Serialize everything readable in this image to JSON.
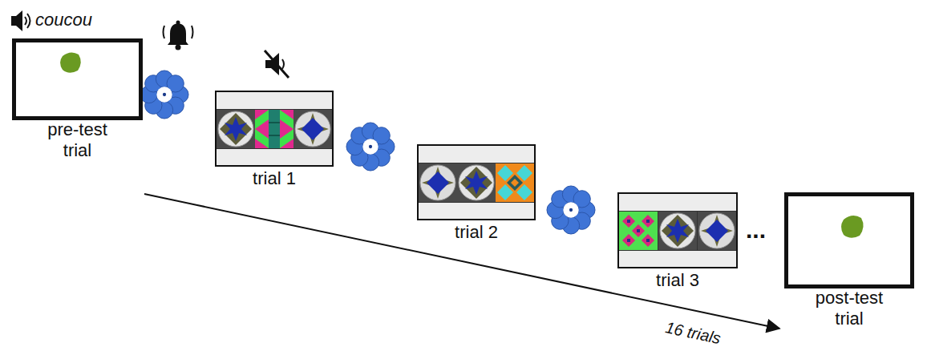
{
  "diagram": {
    "nodes": [
      {
        "text": [
          "pre-test trial"
        ]
      },
      {
        "text": [
          "trial 1"
        ]
      },
      {
        "text": [
          "trial 2"
        ]
      },
      {
        "text": [
          "trial 3"
        ]
      },
      {
        "text": [
          "post-test trial"
        ]
      }
    ],
    "labels": [
      "coucou",
      "...",
      "16 trials"
    ]
  }
}
